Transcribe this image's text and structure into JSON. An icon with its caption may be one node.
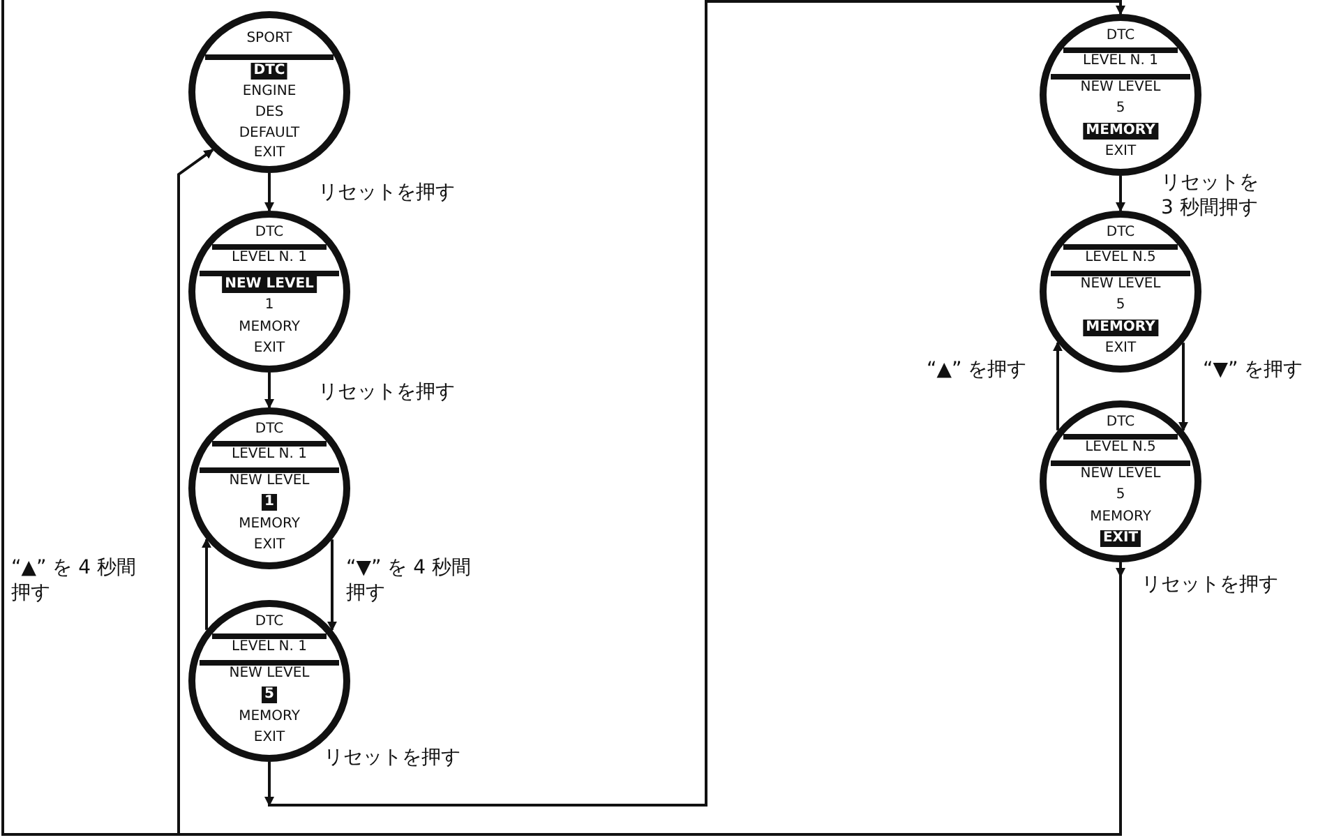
{
  "diagram": {
    "nodes": [
      {
        "text": [
          "SPORT",
          "DTC",
          "ENGINE",
          "DES",
          "DEFAULT",
          "EXIT"
        ]
      },
      {
        "text": [
          "DTC",
          "LEVEL N. 1",
          "NEW LEVEL",
          "1",
          "MEMORY",
          "EXIT"
        ]
      },
      {
        "text": [
          "DTC",
          "LEVEL N. 1",
          "NEW LEVEL",
          "1",
          "MEMORY",
          "EXIT"
        ]
      },
      {
        "text": [
          "DTC",
          "LEVEL N. 1",
          "NEW LEVEL",
          "5",
          "MEMORY",
          "EXIT"
        ]
      },
      {
        "text": [
          "DTC",
          "LEVEL N. 1",
          "NEW LEVEL",
          "5",
          "MEMORY",
          "EXIT"
        ]
      },
      {
        "text": [
          "DTC",
          "LEVEL N.5",
          "NEW LEVEL",
          "5",
          "MEMORY",
          "EXIT"
        ]
      },
      {
        "text": [
          "DTC",
          "LEVEL N.5",
          "NEW LEVEL",
          "5",
          "MEMORY",
          "EXIT"
        ]
      }
    ],
    "edges": [
      {
        "from": 0,
        "to": 1,
        "arrow": "to",
        "label": "リセットを押す"
      },
      {
        "from": 1,
        "to": 2,
        "arrow": "to",
        "label": "リセットを押す"
      },
      {
        "from": 2,
        "to": 3,
        "arrow": "to",
        "label": "“▼” を 4 秒間押す"
      },
      {
        "from": 3,
        "to": 2,
        "arrow": "to",
        "label": "“▲” を 4 秒間押す"
      },
      {
        "from": 3,
        "to": 4,
        "arrow": "to",
        "label": "リセットを押す"
      },
      {
        "from": 4,
        "to": 5,
        "arrow": "to",
        "label": "リセットを 3 秒間押す"
      },
      {
        "from": 5,
        "to": 6,
        "arrow": "to",
        "label": "“▼” を押す"
      },
      {
        "from": 6,
        "to": 5,
        "arrow": "to",
        "label": "“▲” を押す"
      },
      {
        "from": 6,
        "to": 0,
        "arrow": "to",
        "label": "リセットを押す"
      }
    ]
  }
}
